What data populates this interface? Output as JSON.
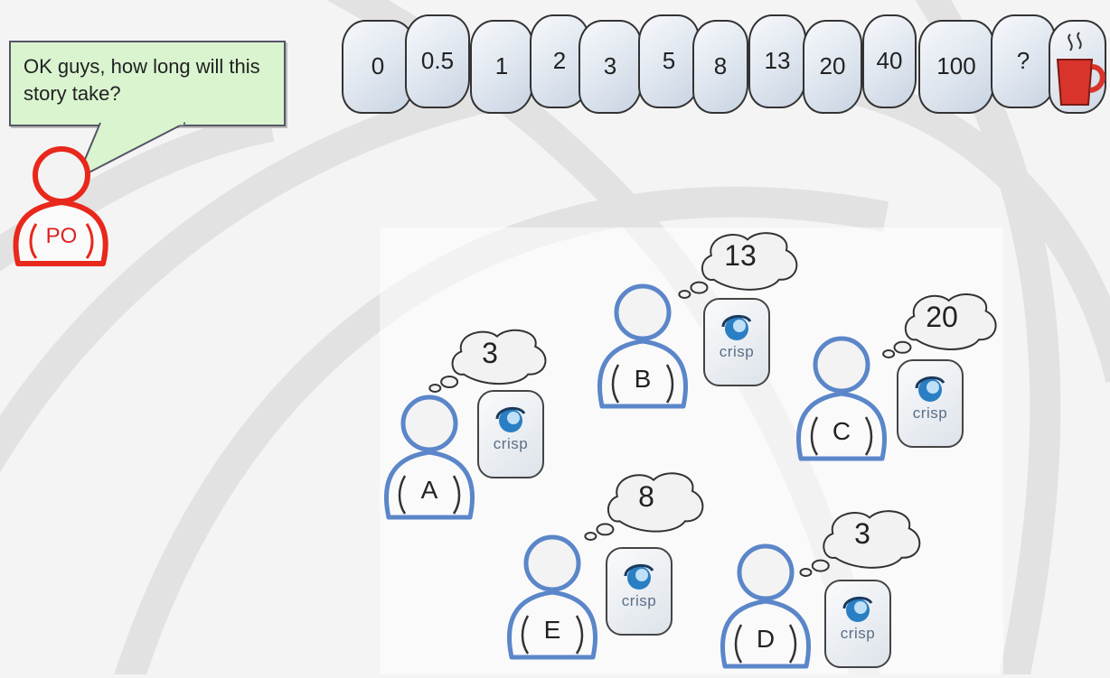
{
  "cards": [
    {
      "label": "0"
    },
    {
      "label": "0.5"
    },
    {
      "label": "1"
    },
    {
      "label": "2"
    },
    {
      "label": "3"
    },
    {
      "label": "5"
    },
    {
      "label": "8"
    },
    {
      "label": "13"
    },
    {
      "label": "20"
    },
    {
      "label": "40"
    },
    {
      "label": "100"
    },
    {
      "label": "?"
    }
  ],
  "coffee_card": {
    "icon": "coffee-cup-icon",
    "color": "#d9342b"
  },
  "product_owner": {
    "label": "PO",
    "speech": "OK guys, how long will this story take?",
    "color": "#e8281c",
    "speech_bg": "#d9f4cf"
  },
  "team": [
    {
      "id": "A",
      "label": "A",
      "estimate": "3"
    },
    {
      "id": "B",
      "label": "B",
      "estimate": "13"
    },
    {
      "id": "C",
      "label": "C",
      "estimate": "20"
    },
    {
      "id": "E",
      "label": "E",
      "estimate": "8"
    },
    {
      "id": "D",
      "label": "D",
      "estimate": "3"
    }
  ],
  "team_color": "#5b86c9",
  "card_logo": {
    "word": "crisp",
    "icon": "crisp-logo-icon",
    "color": "#2a7fc4"
  }
}
